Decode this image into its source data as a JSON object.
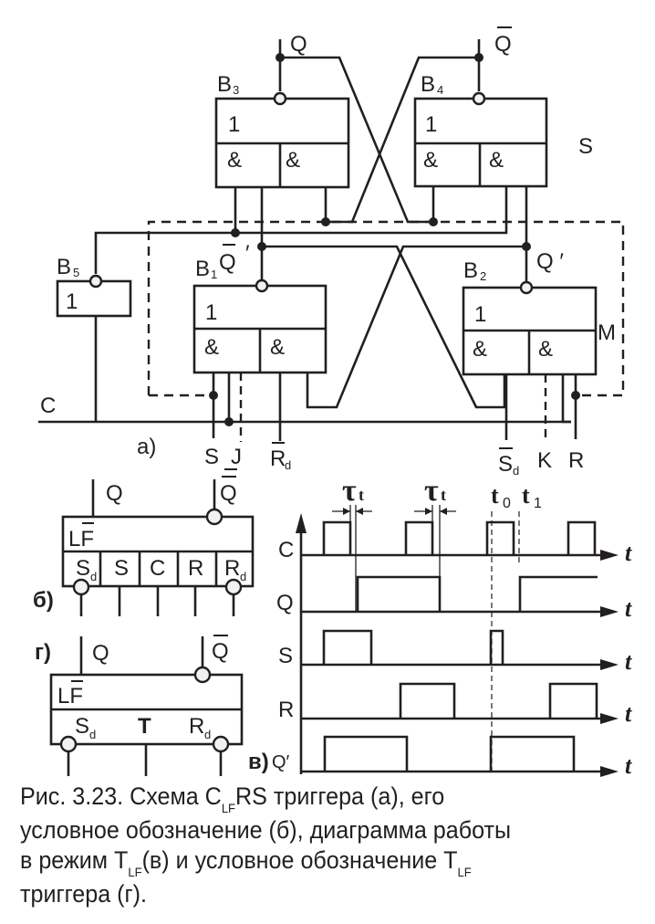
{
  "figure": {
    "part_labels": {
      "a": "а)",
      "b": "б)",
      "v": "в)",
      "g": "г)"
    },
    "circuit_a": {
      "gates": [
        {
          "id": "B3",
          "label": "B",
          "sub": "3",
          "func_top": "1",
          "func_left": "&",
          "func_right": "&"
        },
        {
          "id": "B4",
          "label": "B",
          "sub": "4",
          "func_top": "1",
          "func_left": "&",
          "func_right": "&"
        },
        {
          "id": "B1",
          "label": "B",
          "sub": "1",
          "func_top": "1",
          "func_left": "&",
          "func_right": "&"
        },
        {
          "id": "B2",
          "label": "B",
          "sub": "2",
          "func_top": "1",
          "func_left": "&",
          "func_right": "&"
        },
        {
          "id": "B5",
          "label": "B",
          "sub": "5",
          "func_top": "1"
        }
      ],
      "outputs": {
        "q": "Q",
        "qbar": "Q"
      },
      "internal": {
        "qbar_prime": "Q",
        "prime": "′",
        "q_prime": "Q ′"
      },
      "section_labels": {
        "slave": "S",
        "master": "M"
      },
      "clock": "C",
      "inputs": [
        {
          "name": "S"
        },
        {
          "name": "J"
        },
        {
          "name": "R",
          "sub": "d",
          "bar": true
        },
        {
          "name": "S",
          "sub": "d",
          "bar": true
        },
        {
          "name": "K"
        },
        {
          "name": "R"
        }
      ]
    },
    "symbol_b": {
      "type_label": "LF",
      "outputs": [
        "Q",
        "Q"
      ],
      "pins": [
        {
          "name": "S",
          "sub": "d",
          "inverted": true
        },
        {
          "name": "S"
        },
        {
          "name": "C"
        },
        {
          "name": "R"
        },
        {
          "name": "R",
          "sub": "d",
          "inverted": true
        }
      ]
    },
    "symbol_g": {
      "type_label": "LF",
      "outputs": [
        "Q",
        "Q"
      ],
      "pins": [
        {
          "name": "S",
          "sub": "d",
          "inverted": true
        },
        {
          "name": "T"
        },
        {
          "name": "R",
          "sub": "d",
          "inverted": true
        }
      ]
    },
    "timing_v": {
      "signals": [
        "C",
        "Q",
        "S",
        "R",
        "Q′"
      ],
      "axis_label": "t",
      "tau_label": "τ",
      "tau_sub": "t",
      "markers": [
        {
          "name": "t",
          "sub": "0"
        },
        {
          "name": "t",
          "sub": "1"
        }
      ]
    }
  },
  "caption": {
    "line1_a": "Рис. 3.23. Схема C",
    "line1_sub": "LF",
    "line1_b": "RS триггера (а), его",
    "line2": "условное обозначение (б), диаграмма работы",
    "line3_a": "в режим T",
    "line3_sub1": "LF",
    "line3_b": "(в) и условное обозначение T",
    "line3_sub2": "LF",
    "line4": "триггера (г)."
  }
}
